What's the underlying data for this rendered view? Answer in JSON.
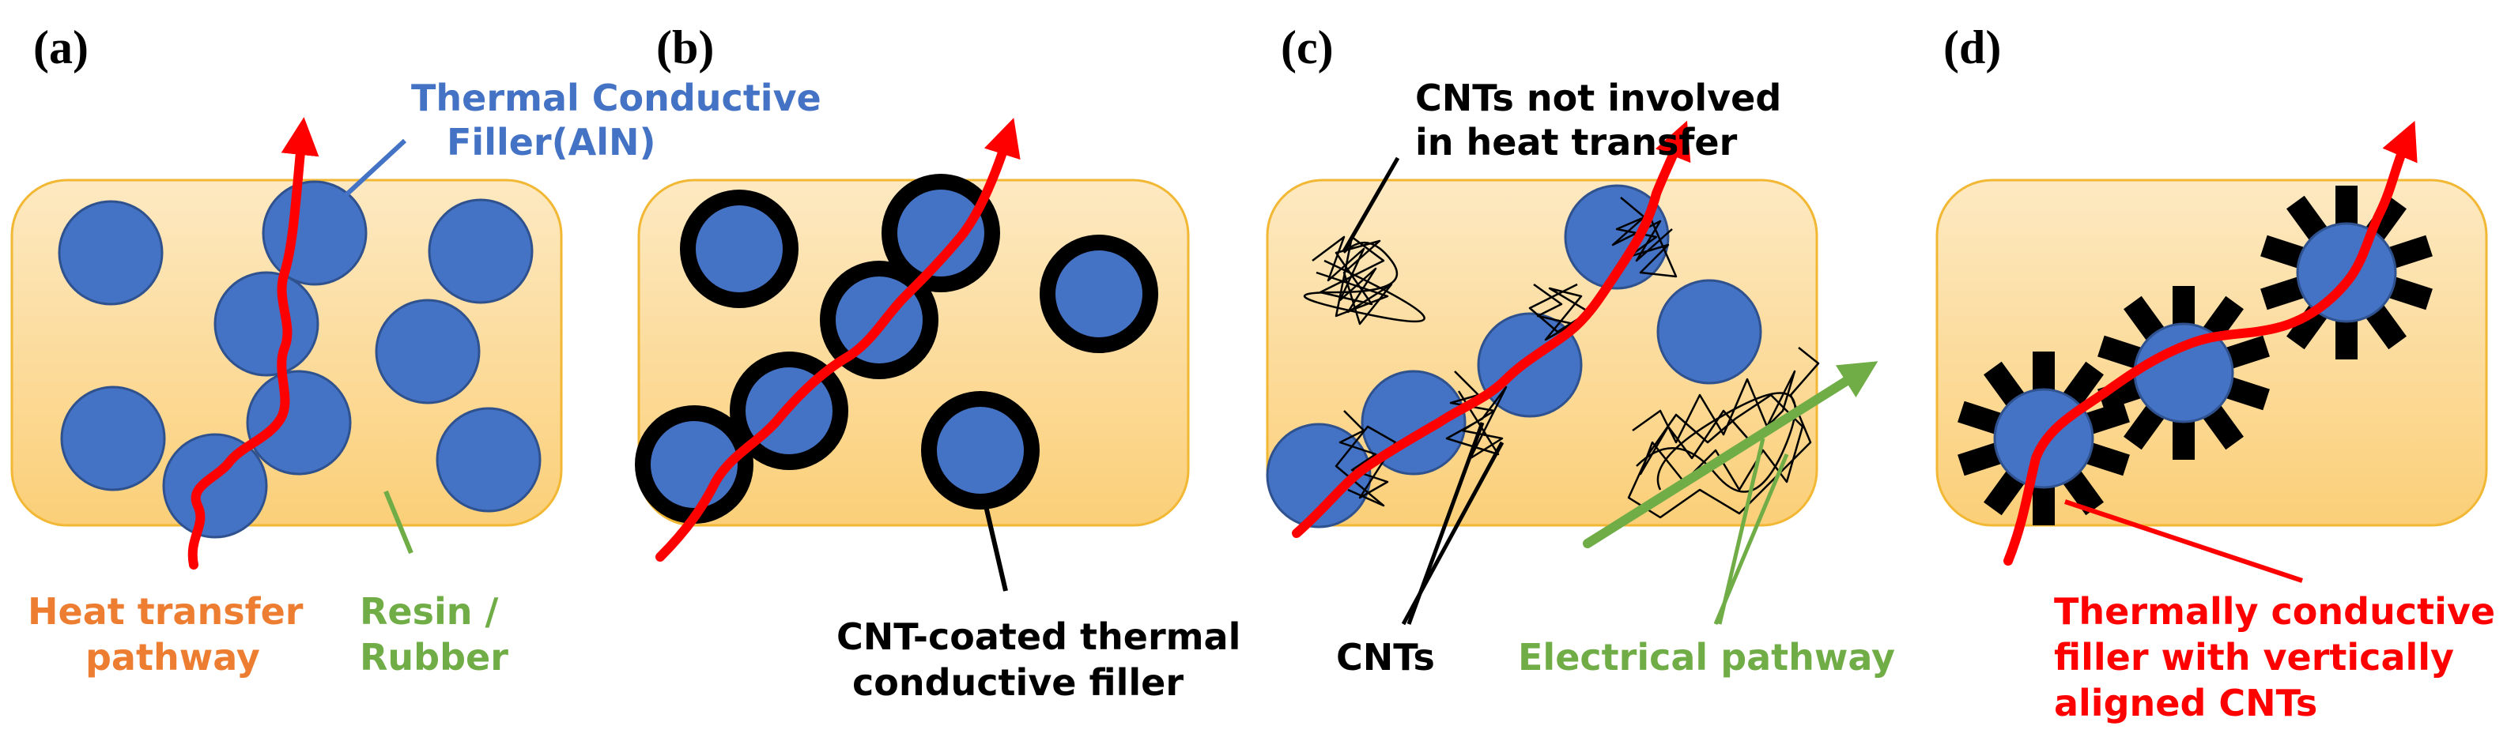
{
  "colors": {
    "matrix_fill_top": "#fde9c2",
    "matrix_fill_bottom": "#fbcf78",
    "matrix_stroke": "#f2b733",
    "filler": "#4472c4",
    "filler_stroke": "#2f528f",
    "heat_path": "#ff0000",
    "electrical_path": "#70ad47",
    "cnt": "#000000",
    "label_blue": "#4472c4",
    "label_orange": "#ed7d31",
    "label_green": "#70ad47",
    "label_red": "#ff0000"
  },
  "panels": [
    {
      "label": "(a)",
      "annotations": {
        "filler_line1": "Thermal Conductive",
        "filler_line2": "Filler(AlN)",
        "heat_line1": "Heat transfer",
        "heat_line2": "pathway",
        "resin_line1": "Resin /",
        "resin_line2": "Rubber"
      }
    },
    {
      "label": "(b)",
      "annotations": {
        "coated_line1": "CNT-coated thermal",
        "coated_line2": "conductive filler"
      }
    },
    {
      "label": "(c)",
      "annotations": {
        "not_involved_line1": "CNTs not involved",
        "not_involved_line2": "in heat transfer",
        "cnts": "CNTs",
        "electrical": "Electrical pathway"
      }
    },
    {
      "label": "(d)",
      "annotations": {
        "aligned_line1": "Thermally conductive",
        "aligned_line2": "filler with vertically",
        "aligned_line3": "aligned CNTs"
      }
    }
  ]
}
